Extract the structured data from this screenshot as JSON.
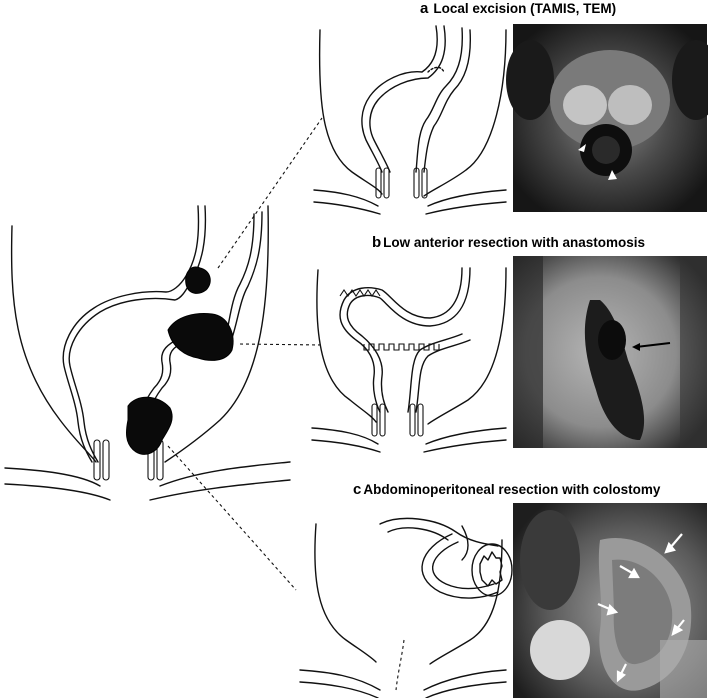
{
  "panels": [
    {
      "letter": "a",
      "title": "Local excision (TAMIS, TEM)"
    },
    {
      "letter": "b",
      "title": "Low anterior resection with anastomosis"
    },
    {
      "letter": "c",
      "title": "Abdominoperitoneal resection with colostomy"
    }
  ],
  "colors": {
    "mri_dark": "#1a1a1a",
    "mri_mid": "#6e6e6e",
    "mri_light": "#c9c9c9",
    "tumor": "#0a0a0a"
  },
  "icons": [
    "arrowhead-marker",
    "arrow-marker"
  ]
}
